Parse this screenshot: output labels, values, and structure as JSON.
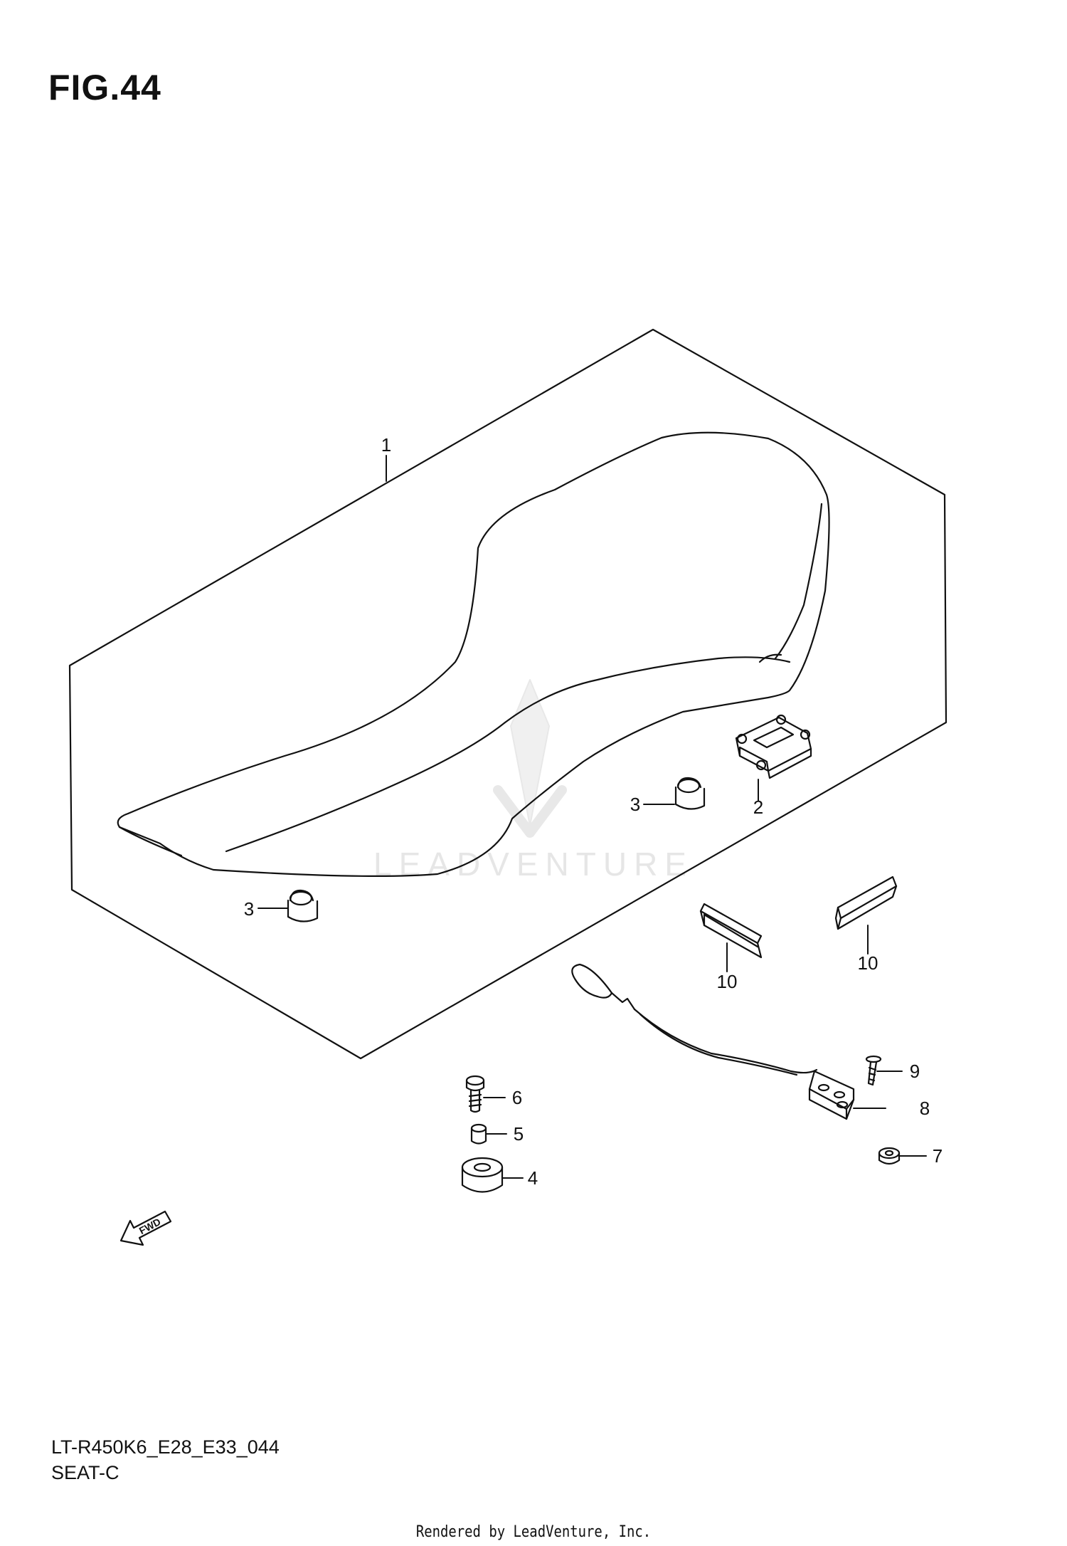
{
  "figure_label": "FIG.44",
  "diagram_code": "LT-R450K6_E28_E33_044",
  "section_name": "SEAT-C",
  "rendered_by": "Rendered by LeadVenture, Inc.",
  "watermark": "LEADVENTURE",
  "fwd_label": "FWD",
  "callouts": {
    "c1": "1",
    "c2": "2",
    "c3a": "3",
    "c3b": "3",
    "c4": "4",
    "c5": "5",
    "c6": "6",
    "c7": "7",
    "c8": "8",
    "c9": "9",
    "c10a": "10",
    "c10b": "10"
  }
}
